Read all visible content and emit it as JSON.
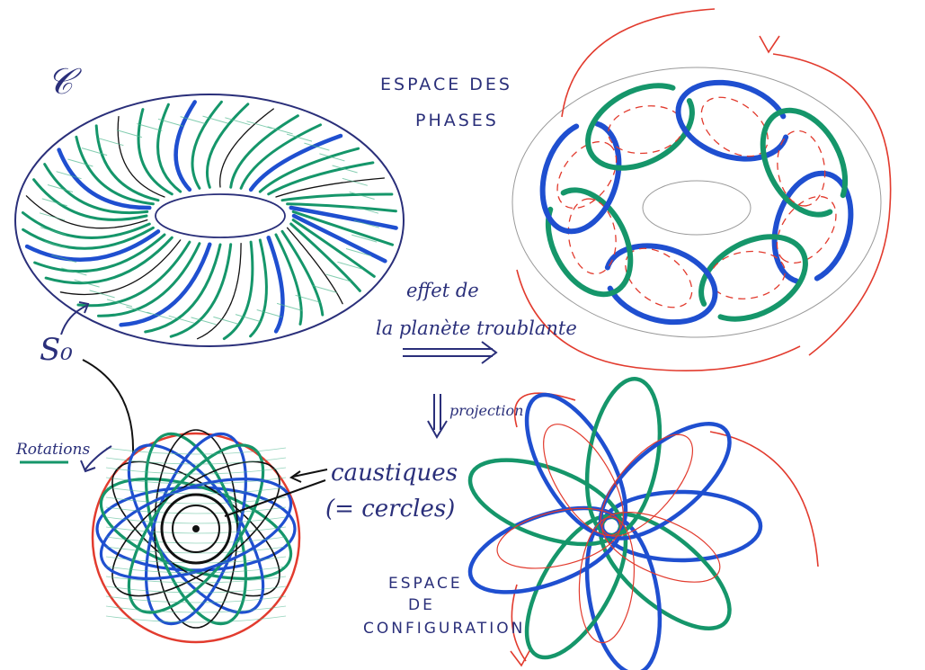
{
  "labels": {
    "torus_symbol": "𝒞",
    "phase_space_line1": "ESPACE DES",
    "phase_space_line2": "PHASES",
    "effect_line1": "effet de",
    "effect_line2": "la planète troublante",
    "projection": "projection",
    "section_label": "S₀",
    "rotations": "Rotations",
    "caustics_line1": "caustiques",
    "caustics_line2": "(= cercles)",
    "config_line1": "ESPACE",
    "config_line2": "DE",
    "config_line3": "CONFIGURATION"
  },
  "colors": {
    "blue": "#1f4fd0",
    "green": "#15966a",
    "red": "#e23b2e",
    "ink": "#2a2f7a",
    "black": "#111111",
    "grey": "#9a9a9a"
  }
}
